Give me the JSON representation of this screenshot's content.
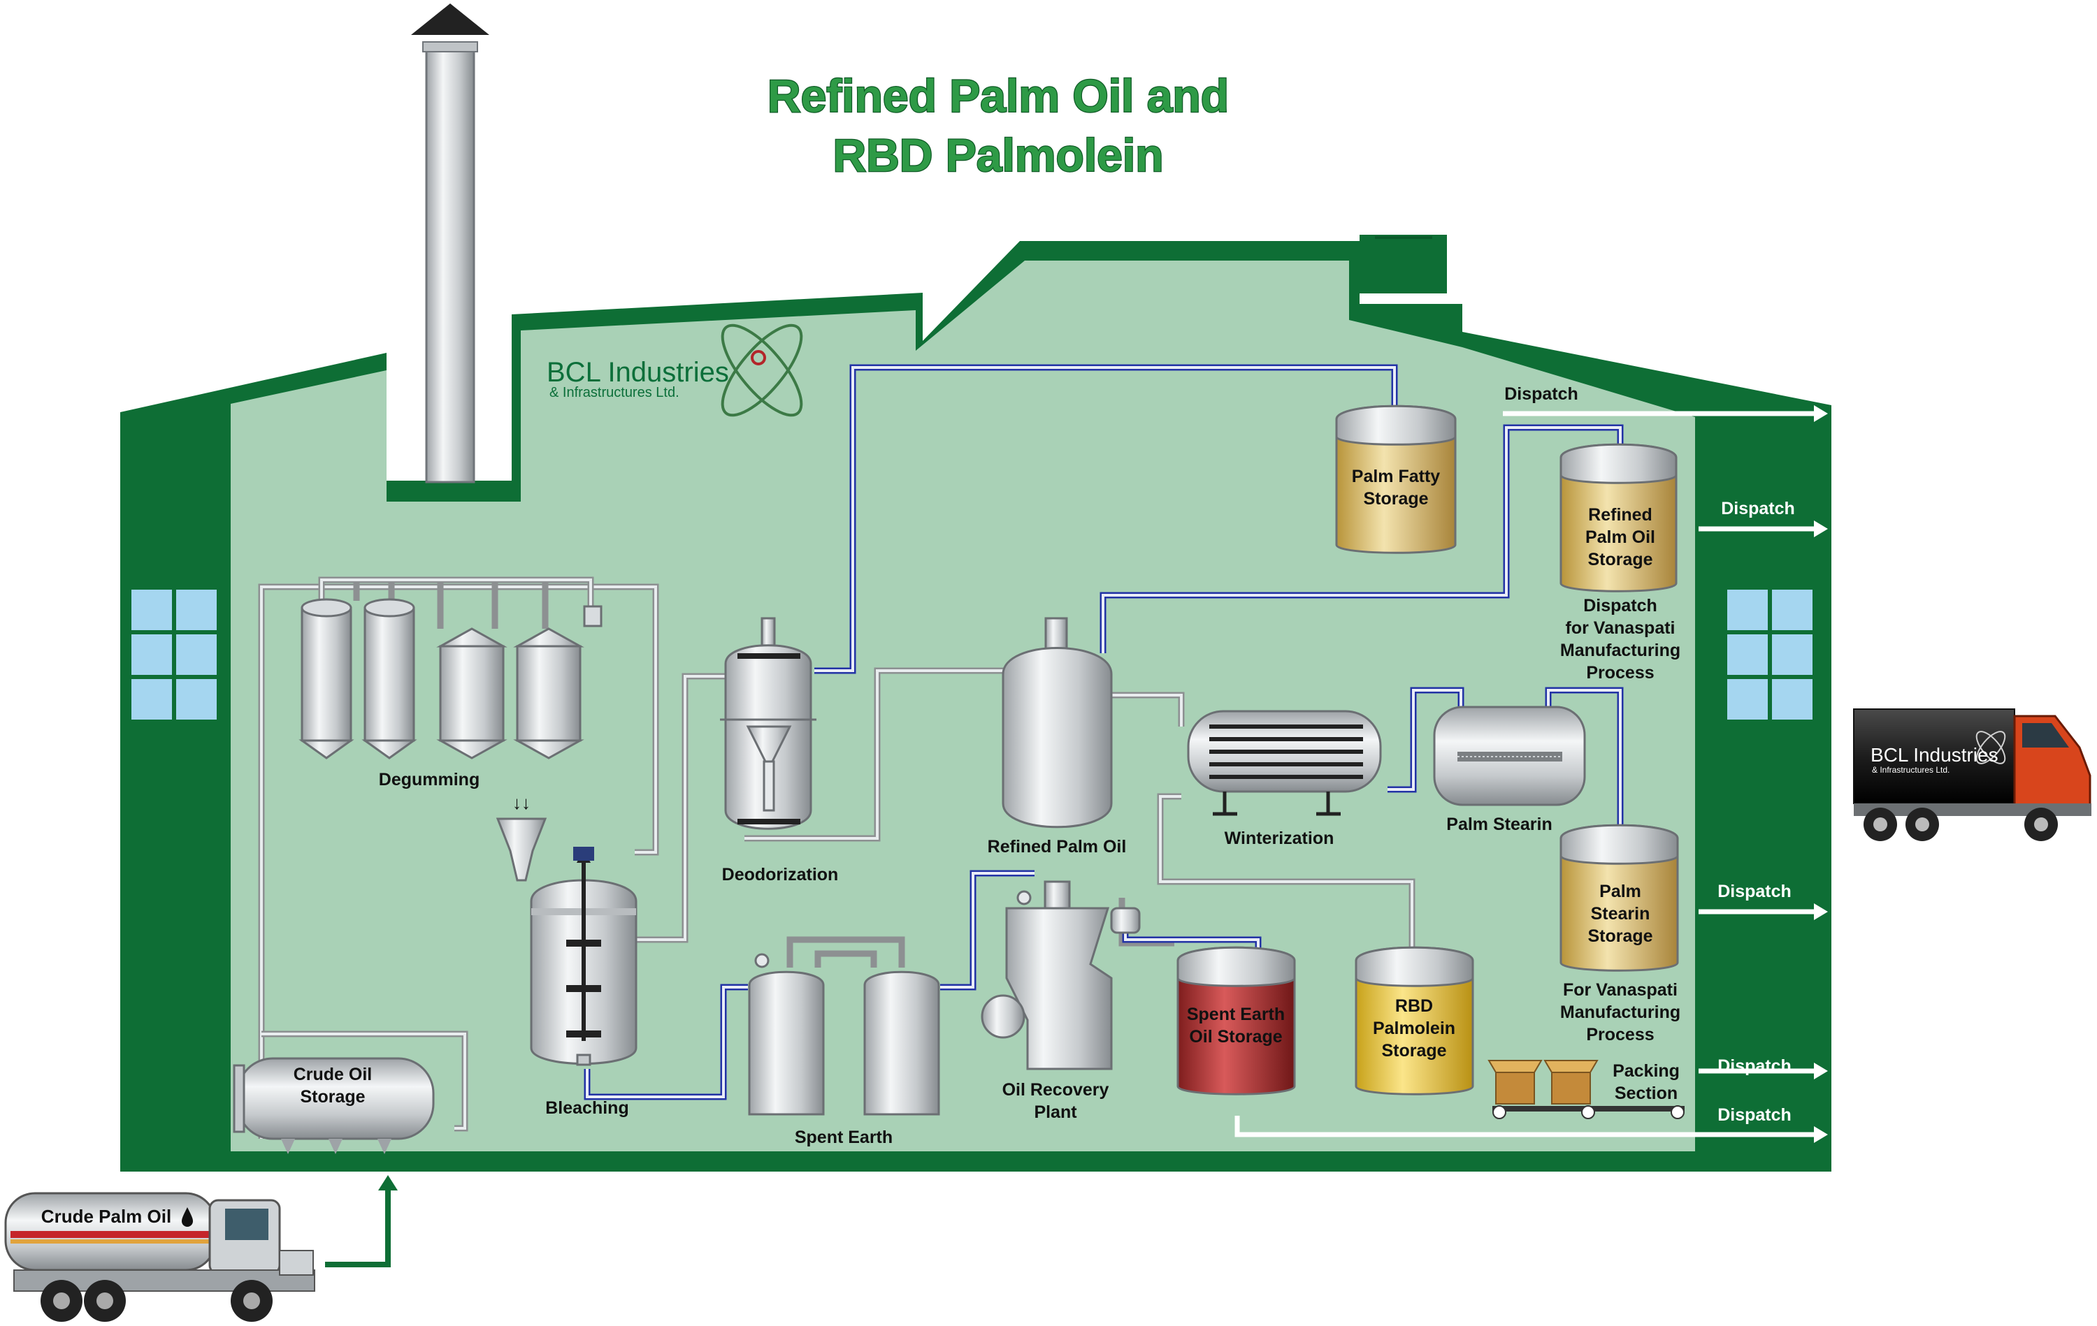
{
  "title": {
    "line1": "Refined Palm Oil and",
    "line2": "RBD Palmolein"
  },
  "logo": {
    "name": "BCL Industries",
    "subtitle": "& Infrastructures Ltd."
  },
  "truck_left": {
    "label": "Crude Palm Oil"
  },
  "truck_right": {
    "name": "BCL Industries",
    "subtitle": "& Infrastructures Ltd."
  },
  "labels": {
    "degumming": "Degumming",
    "deodorization": "Deodorization",
    "refined_palm_oil": "Refined Palm Oil",
    "winterization": "Winterization",
    "palm_stearin": "Palm Stearin",
    "bleaching": "Bleaching",
    "spent_earth": "Spent Earth",
    "oil_recovery_1": "Oil Recovery",
    "oil_recovery_2": "Plant",
    "crude_storage_1": "Crude Oil",
    "crude_storage_2": "Storage",
    "palm_fatty_1": "Palm Fatty",
    "palm_fatty_2": "Storage",
    "refined_storage_1": "Refined",
    "refined_storage_2": "Palm Oil",
    "refined_storage_3": "Storage",
    "dispatch_vanaspati_1": "Dispatch",
    "dispatch_vanaspati_2": "for Vanaspati",
    "dispatch_vanaspati_3": "Manufacturing",
    "dispatch_vanaspati_4": "Process",
    "stearin_storage_1": "Palm",
    "stearin_storage_2": "Stearin",
    "stearin_storage_3": "Storage",
    "for_vanaspati_1": "For Vanaspati",
    "for_vanaspati_2": "Manufacturing",
    "for_vanaspati_3": "Process",
    "spent_earth_storage_1": "Spent Earth",
    "spent_earth_storage_2": "Oil Storage",
    "rbd_storage_1": "RBD",
    "rbd_storage_2": "Palmolein",
    "rbd_storage_3": "Storage",
    "packing_1": "Packing",
    "packing_2": "Section"
  },
  "dispatch": [
    "Dispatch",
    "Dispatch",
    "Dispatch",
    "Dispatch",
    "Dispatch"
  ],
  "colors": {
    "building_dark": "#0e6e35",
    "building_inner": "#a9d1b6",
    "pipe_blue": "#2333a6",
    "pipe_grey": "#8d9092",
    "window": "#a5d6f0"
  }
}
